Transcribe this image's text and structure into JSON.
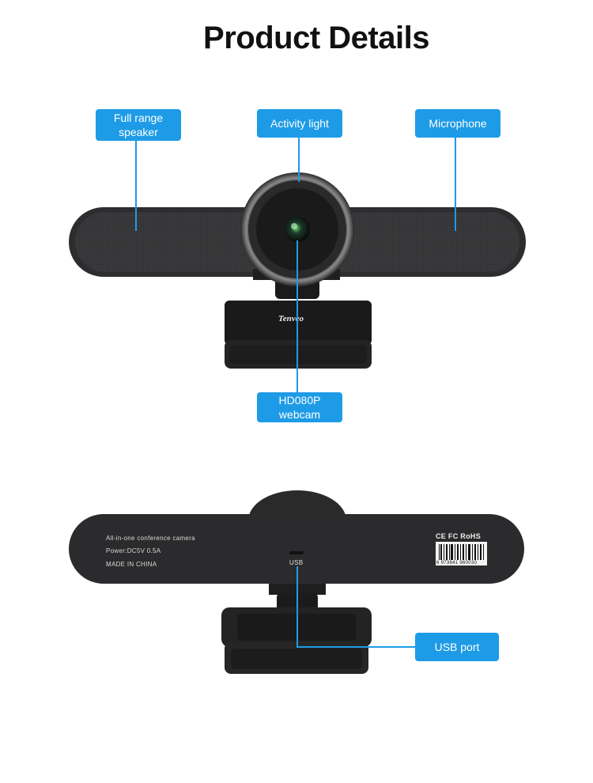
{
  "title": "Product Details",
  "callouts": {
    "speaker": "Full range\nspeaker",
    "activity": "Activity light",
    "mic": "Microphone",
    "webcam": "HD080P\nwebcam",
    "usb_port": "USB port"
  },
  "device": {
    "brand": "Tenveo",
    "back_label_1": "All-in-one conference camera",
    "back_label_2": "Power:DC5V 0.5A",
    "back_label_3": "MADE IN CHINA",
    "usb_label": "USB",
    "cert_marks": "CE  FC  RoHS",
    "barcode_number": "6 973641 960030"
  },
  "colors": {
    "accent": "#1e9be6",
    "device": "#2b2b2d"
  }
}
